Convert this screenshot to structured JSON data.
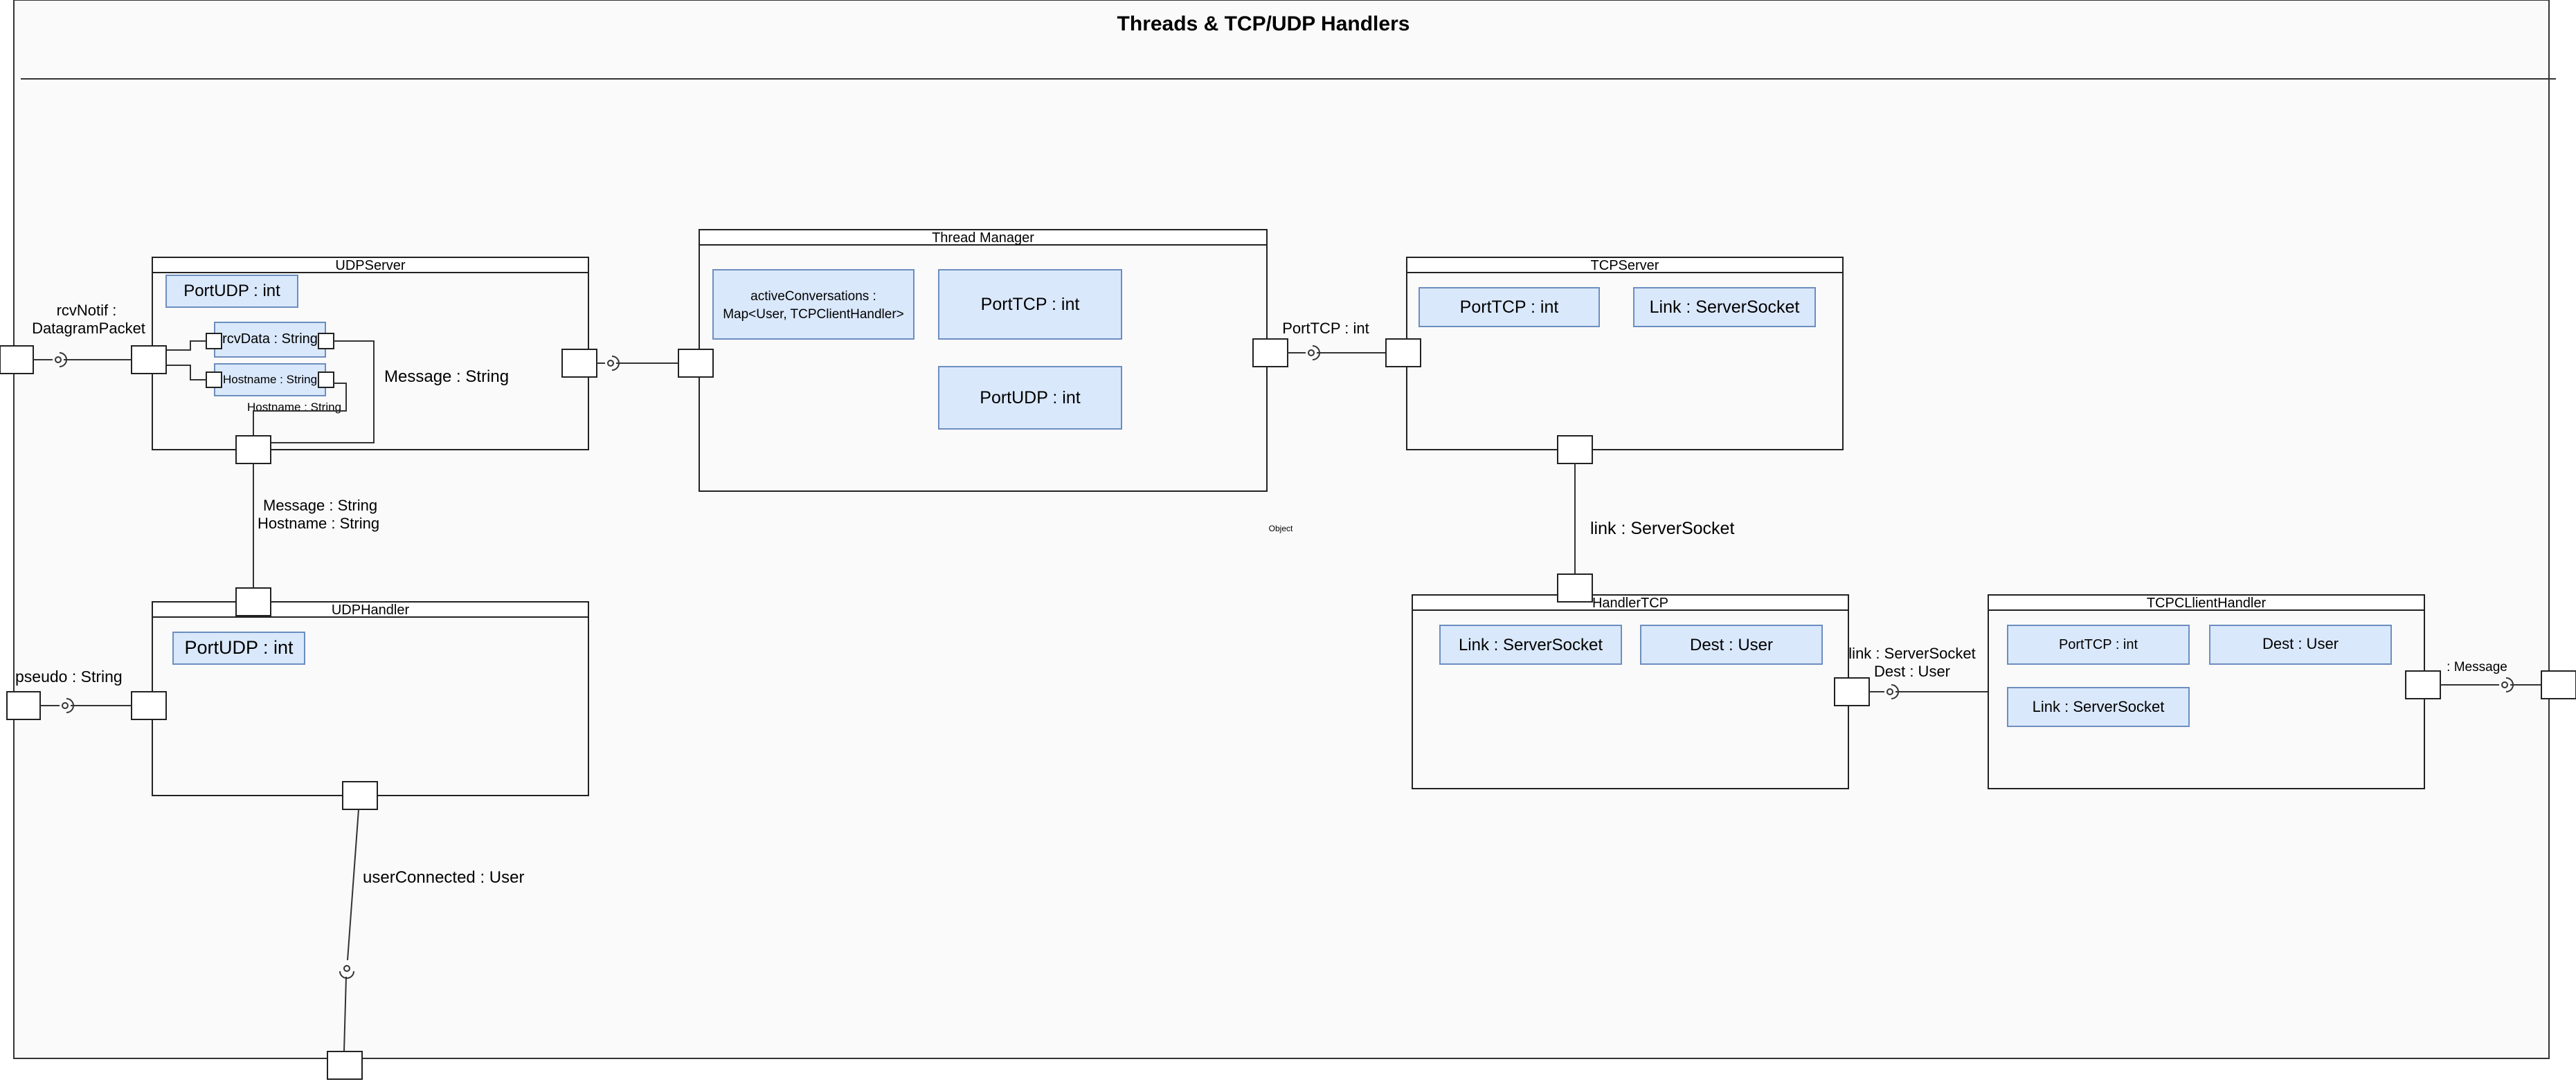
{
  "title": "Threads & TCP/UDP Handlers",
  "components": {
    "udp_server": {
      "name": "UDPServer",
      "attributes": [
        "PortUDP : int"
      ],
      "inner_parts": [
        "rcvData : String",
        "Hostname : String"
      ],
      "inner_flow_label": "Hostname : String"
    },
    "thread_manager": {
      "name": "Thread Manager",
      "active_conversations": [
        "activeConversations :",
        "Map<User, TCPClientHandler>"
      ],
      "attributes": [
        "PortTCP : int",
        "PortUDP : int"
      ]
    },
    "tcp_server": {
      "name": "TCPServer",
      "attributes": [
        "PortTCP : int",
        "Link : ServerSocket"
      ]
    },
    "udp_handler": {
      "name": "UDPHandler",
      "attributes": [
        "PortUDP : int"
      ]
    },
    "handler_tcp": {
      "name": "HandlerTCP",
      "attributes": [
        "Link : ServerSocket",
        "Dest : User"
      ]
    },
    "tcp_client_handler": {
      "name": "TCPCLlientHandler",
      "attributes": [
        "PortTCP : int",
        "Dest : User",
        "Link : ServerSocket"
      ]
    }
  },
  "connector_labels": {
    "rcv_notif": [
      "rcvNotif :",
      "DatagramPacket"
    ],
    "message": "Message : String",
    "udp_server_to_handler": [
      "Message : String",
      "Hostname : String"
    ],
    "pseudo": "pseudo : String",
    "user_connected": "userConnected : User",
    "port_tcp": "PortTCP : int",
    "link_server_socket": "link : ServerSocket",
    "handler_to_client": [
      "link : ServerSocket",
      "Dest : User"
    ],
    "message_out": ": Message"
  },
  "stray_label": "Object"
}
